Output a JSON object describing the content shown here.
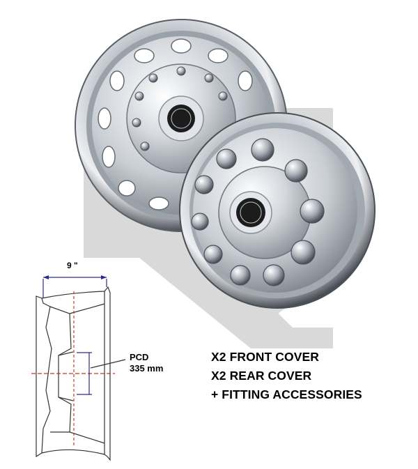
{
  "diagram": {
    "dimension_label": "9 \"",
    "pcd_label": "PCD",
    "pcd_value": "335 mm"
  },
  "caption": {
    "lines": [
      "X2 FRONT COVER",
      "X2 REAR COVER",
      "+ FITTING ACCESSORIES"
    ]
  },
  "colors": {
    "watermark": "#d9d9d9",
    "chrome_dark": "#4a4e55",
    "chrome_light": "#f2f4f6",
    "badge": "#1c1c1c",
    "dimension_line": "#2a2a8a",
    "center_line": "#c0392b"
  },
  "icons": {
    "watermark": "k-logo-watermark",
    "hub_badge": "hub-logo-badge"
  }
}
